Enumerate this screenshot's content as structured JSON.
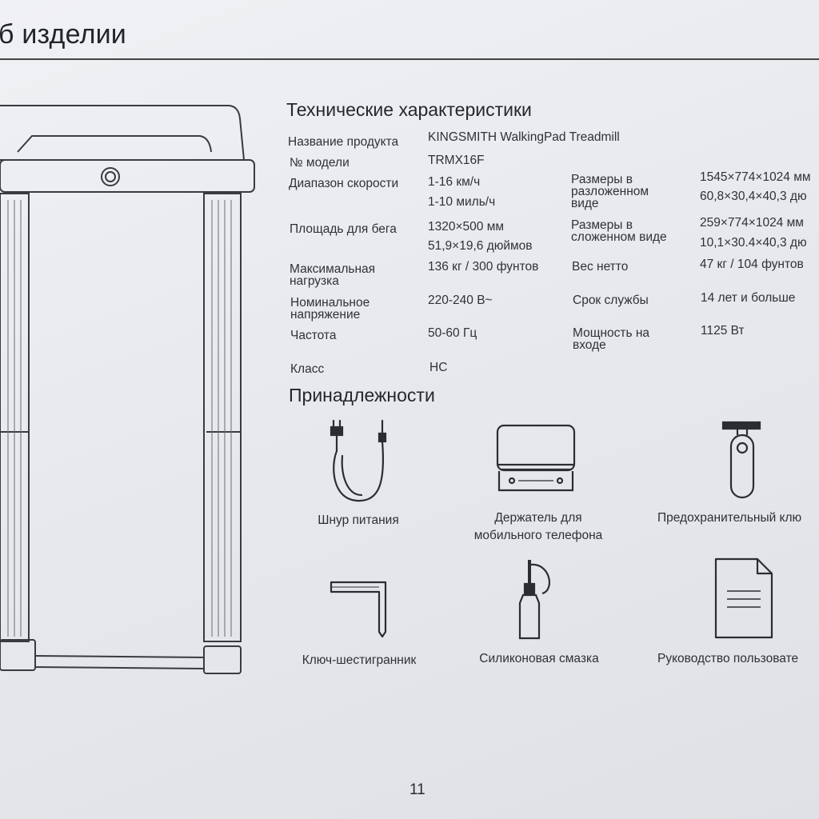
{
  "header": {
    "title": "б изделии"
  },
  "specs": {
    "title": "Технические характеристики",
    "left": [
      {
        "label": "Название продукта",
        "value": "KINGSMITH WalkingPad Treadmill"
      },
      {
        "label": "№ модели",
        "value": "TRMX16F"
      },
      {
        "label": "Диапазон скорости",
        "value": "1-16 км/ч",
        "value2": "1-10 миль/ч"
      },
      {
        "label": "Площадь для бега",
        "value": "1320×500 мм",
        "value2": "51,9×19,6 дюймов"
      },
      {
        "label": "Максимальная\nнагрузка",
        "value": "136 кг / 300 фунтов"
      },
      {
        "label": "Номинальное\nнапряжение",
        "value": "220-240 В~"
      },
      {
        "label": "Частота",
        "value": "50-60 Гц"
      },
      {
        "label": "Класс",
        "value": "HC"
      }
    ],
    "right": [
      {
        "label": "Размеры в\nразложенном\nвиде",
        "value": "1545×774×1024 мм",
        "value2": "60,8×30,4×40,3 дю"
      },
      {
        "label": "Размеры в\nсложенном виде",
        "value": "259×774×1024 мм",
        "value2": "10,1×30.4×40,3 дю"
      },
      {
        "label": "Вес нетто",
        "value": "47 кг / 104 фунтов"
      },
      {
        "label": "Срок службы",
        "value": "14 лет и больше"
      },
      {
        "label": "Мощность на\nвходе",
        "value": "1125 Вт"
      }
    ]
  },
  "accessories": {
    "title": "Принадлежности",
    "items": [
      {
        "label": "Шнур питания",
        "icon": "power-cord-icon"
      },
      {
        "label": "Держатель для\nмобильного телефона",
        "icon": "phone-holder-icon"
      },
      {
        "label": "Предохранительный клю",
        "icon": "safety-key-icon"
      },
      {
        "label": "Ключ-шестигранник",
        "icon": "hex-key-icon"
      },
      {
        "label": "Силиконовая смазка",
        "icon": "silicone-lube-icon"
      },
      {
        "label": "Руководство пользовате",
        "icon": "user-manual-icon"
      }
    ]
  },
  "footer": {
    "page_number": "11"
  }
}
